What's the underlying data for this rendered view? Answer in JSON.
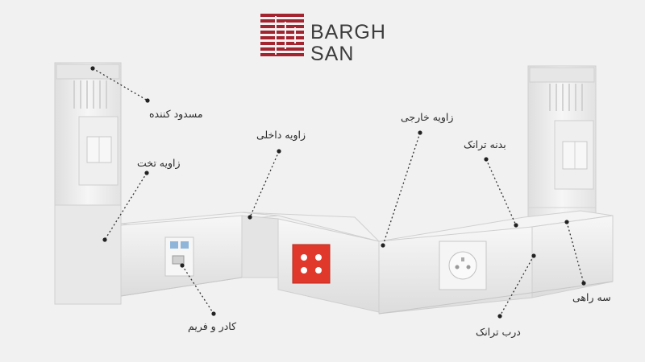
{
  "brand": {
    "name_line1": "BARGH",
    "name_line2": "SAN",
    "logo_color": "#a3232f"
  },
  "labels": {
    "blocker": "مسدود کننده",
    "flat_angle": "زاویه تخت",
    "internal_angle": "زاویه داخلی",
    "external_angle": "زاویه خارجی",
    "trunk_body": "بدنه ترانک",
    "frame": "کادر و فریم",
    "trunk_cover": "درب ترانک",
    "tee": "سه راهی"
  },
  "colors": {
    "background": "#f1f1f1",
    "trunk": "#ececec",
    "socket_red": "#e0392b",
    "leader": "#333333"
  }
}
